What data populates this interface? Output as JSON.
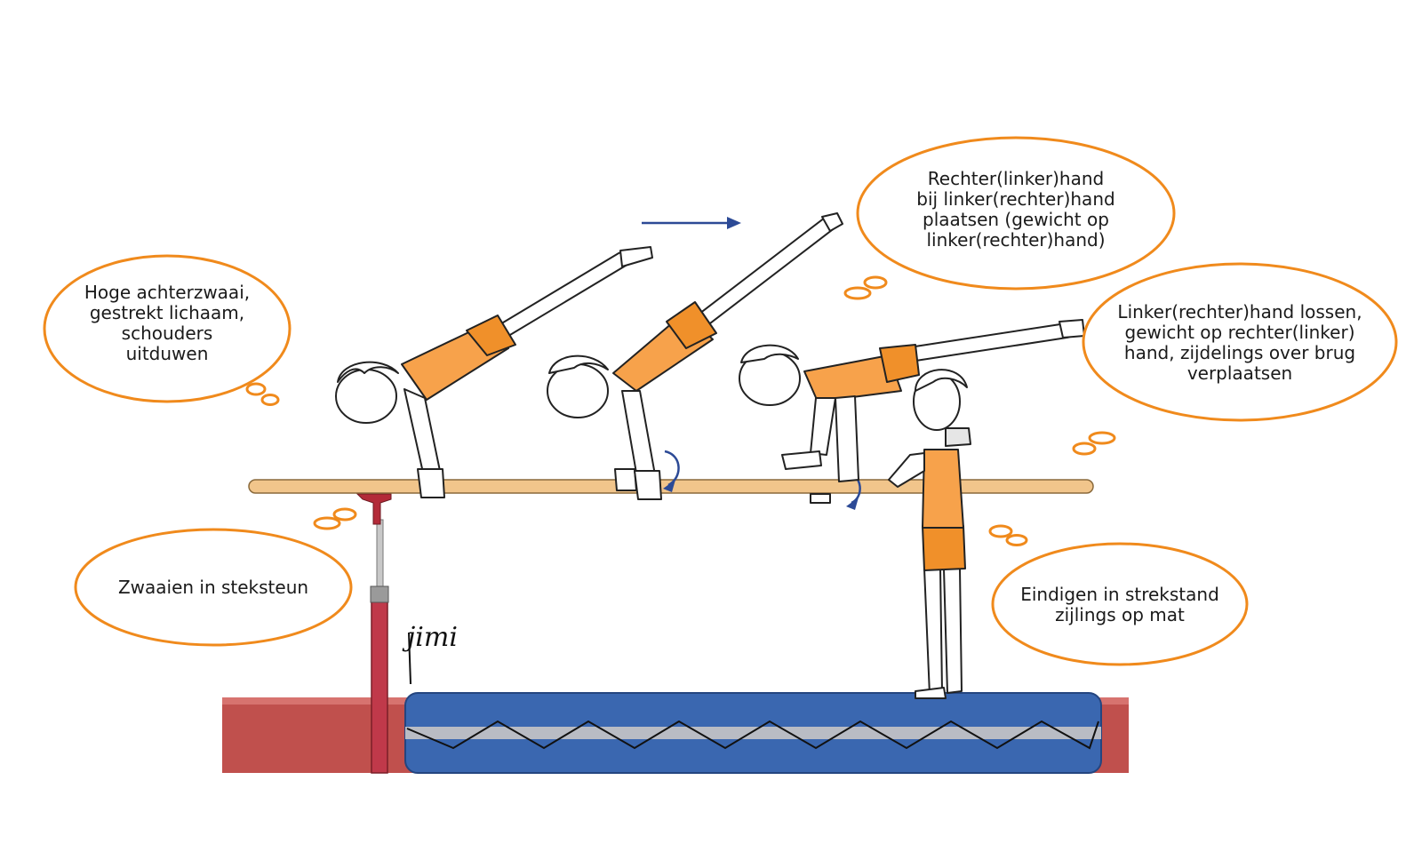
{
  "bubbles": {
    "b1": "Hoge achterzwaai,\ngestrekt lichaam,\nschouders\nuitduwen",
    "b2": "Rechter(linker)hand\nbij linker(rechter)hand\nplaatsen (gewicht op\nlinker(rechter)hand)",
    "b3": "Linker(rechter)hand lossen,\ngewicht op rechter(linker)\nhand, zijdelings over brug\nverplaatsen",
    "b4": "Zwaaien in steksteun",
    "b5": "Eindigen in strekstand\nzijlings op mat"
  },
  "signature": "jimi",
  "colors": {
    "bubble_stroke": "#f08a1c",
    "suit": "#f7a24b",
    "suit_dark": "#f0902a",
    "bar": "#f1c58b",
    "mat": "#3a67b0",
    "floor": "#c0504d",
    "arrow": "#2c4a96"
  }
}
